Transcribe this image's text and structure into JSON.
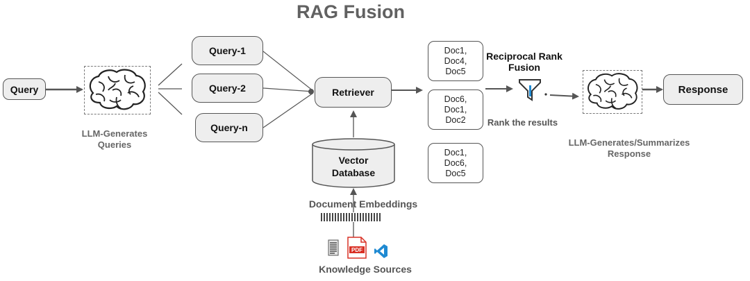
{
  "title": "RAG Fusion",
  "query": "Query",
  "llm_generates_queries": "LLM-Generates Queries",
  "queries": [
    "Query-1",
    "Query-2",
    "Query-n"
  ],
  "retriever": "Retriever",
  "vector_database": "Vector Database",
  "document_embeddings": "Document Embeddings",
  "knowledge_sources": "Knowledge Sources",
  "doc_groups": [
    [
      "Doc1,",
      "Doc4,",
      "Doc5"
    ],
    [
      "Doc6,",
      "Doc1,",
      "Doc2"
    ],
    [
      "Doc1,",
      "Doc6,",
      "Doc5"
    ]
  ],
  "reciprocal_rank_fusion": "Reciprocal Rank Fusion",
  "rank_the_results": "Rank the results",
  "llm_generates_response": "LLM-Generates/Summarizes Response",
  "response": "Response",
  "source_icons": [
    "text-document-icon",
    "pdf-icon",
    "vscode-icon"
  ],
  "icons": [
    "brain-icon",
    "funnel-filter-icon",
    "barcode-embeddings-icon"
  ]
}
